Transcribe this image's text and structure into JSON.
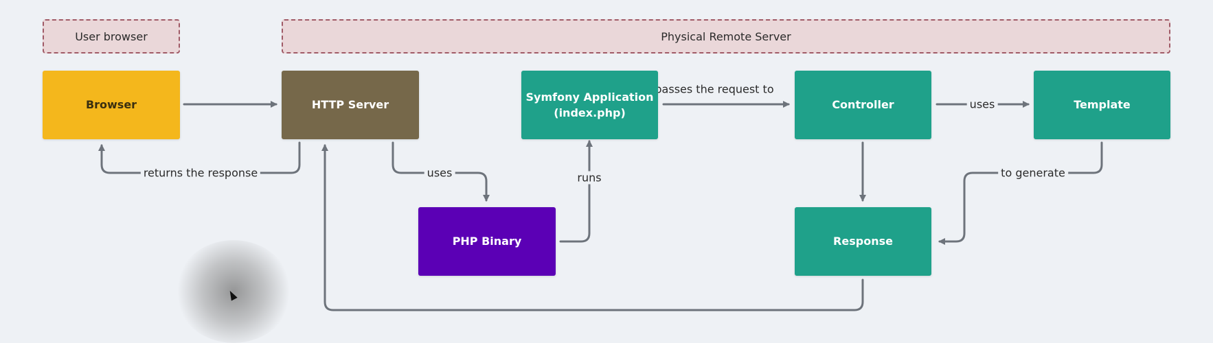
{
  "groups": {
    "user_browser": "User browser",
    "remote_server": "Physical Remote Server"
  },
  "nodes": {
    "browser": "Browser",
    "http_server": "HTTP Server",
    "symfony_line1": "Symfony Application",
    "symfony_line2": "(index.php)",
    "controller": "Controller",
    "template": "Template",
    "php_binary": "PHP Binary",
    "response": "Response"
  },
  "edges": {
    "returns_response": "returns the response",
    "uses_php": "uses",
    "runs": "runs",
    "passes_request": "passes the request to",
    "uses_template": "uses",
    "to_generate": "to generate"
  },
  "colors": {
    "browser": "#f4b71c",
    "http_server": "#76684a",
    "teal": "#1fa18a",
    "php_binary": "#5b00b5",
    "edge": "#6d737b",
    "group_fill": "#ead7d9",
    "group_border": "#a05a66"
  }
}
